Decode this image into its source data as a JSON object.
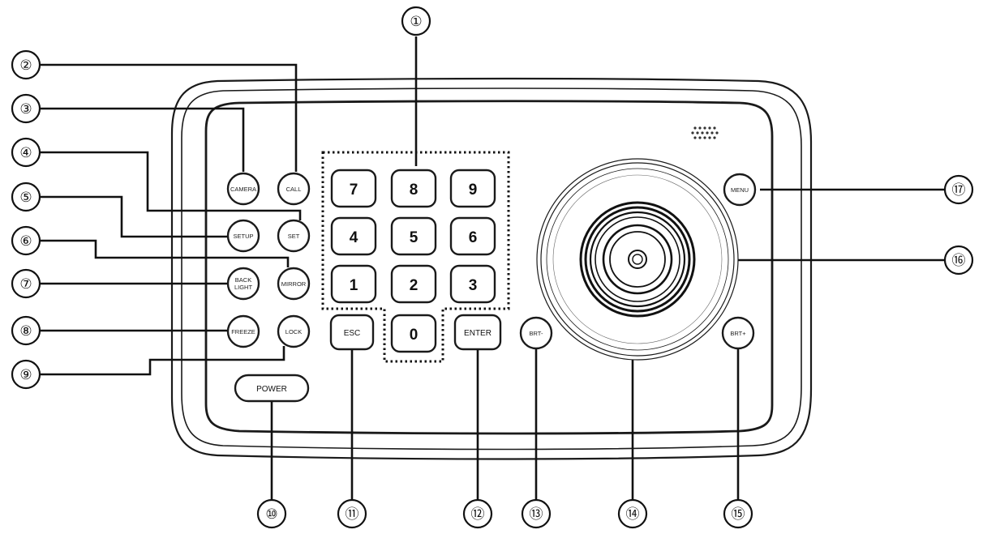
{
  "keypad": {
    "digits": [
      "7",
      "8",
      "9",
      "4",
      "5",
      "6",
      "1",
      "2",
      "3",
      "0"
    ],
    "esc": "ESC",
    "enter": "ENTER"
  },
  "buttons": {
    "camera": "CAMERA",
    "call": "CALL",
    "setup": "SETUP",
    "set": "SET",
    "backlight_line1": "BACK",
    "backlight_line2": "LIGHT",
    "mirror": "MIRROR",
    "freeze": "FREEZE",
    "lock": "LOCK",
    "power": "POWER",
    "brt_minus": "BRT-",
    "brt_plus": "BRT+",
    "menu": "MENU"
  },
  "callouts": {
    "c1": "①",
    "c2": "②",
    "c3": "③",
    "c4": "④",
    "c5": "⑤",
    "c6": "⑥",
    "c7": "⑦",
    "c8": "⑧",
    "c9": "⑨",
    "c10": "⑩",
    "c11": "⑪",
    "c12": "⑫",
    "c13": "⑬",
    "c14": "⑭",
    "c15": "⑮",
    "c16": "⑯",
    "c17": "⑰"
  }
}
